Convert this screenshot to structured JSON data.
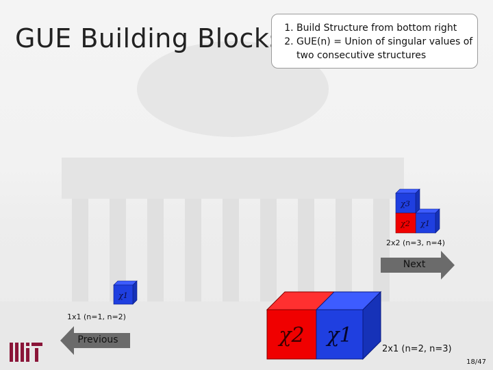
{
  "slide": {
    "title": "GUE Building Blocks",
    "steps": [
      "Build Structure from bottom right",
      "GUE(n) = Union of  singular values of two consecutive structures"
    ],
    "diagram_2x2": {
      "labels": [
        "χ3",
        "χ2",
        "χ1"
      ],
      "caption": "2x2  (n=3, n=4)"
    },
    "diagram_1x1": {
      "labels": [
        "χ1"
      ],
      "caption": "1x1  (n=1, n=2)"
    },
    "diagram_2x1": {
      "labels": [
        "χ2",
        "χ1"
      ],
      "caption": "2x1  (n=2, n=3)"
    },
    "next_label": "Next",
    "previous_label": "Previous",
    "page_number": "18/47",
    "logo": "MIT",
    "colors": {
      "blue_block": "#1f3fe0",
      "red_block": "#f00000",
      "arrow": "#6b6b6b"
    }
  }
}
